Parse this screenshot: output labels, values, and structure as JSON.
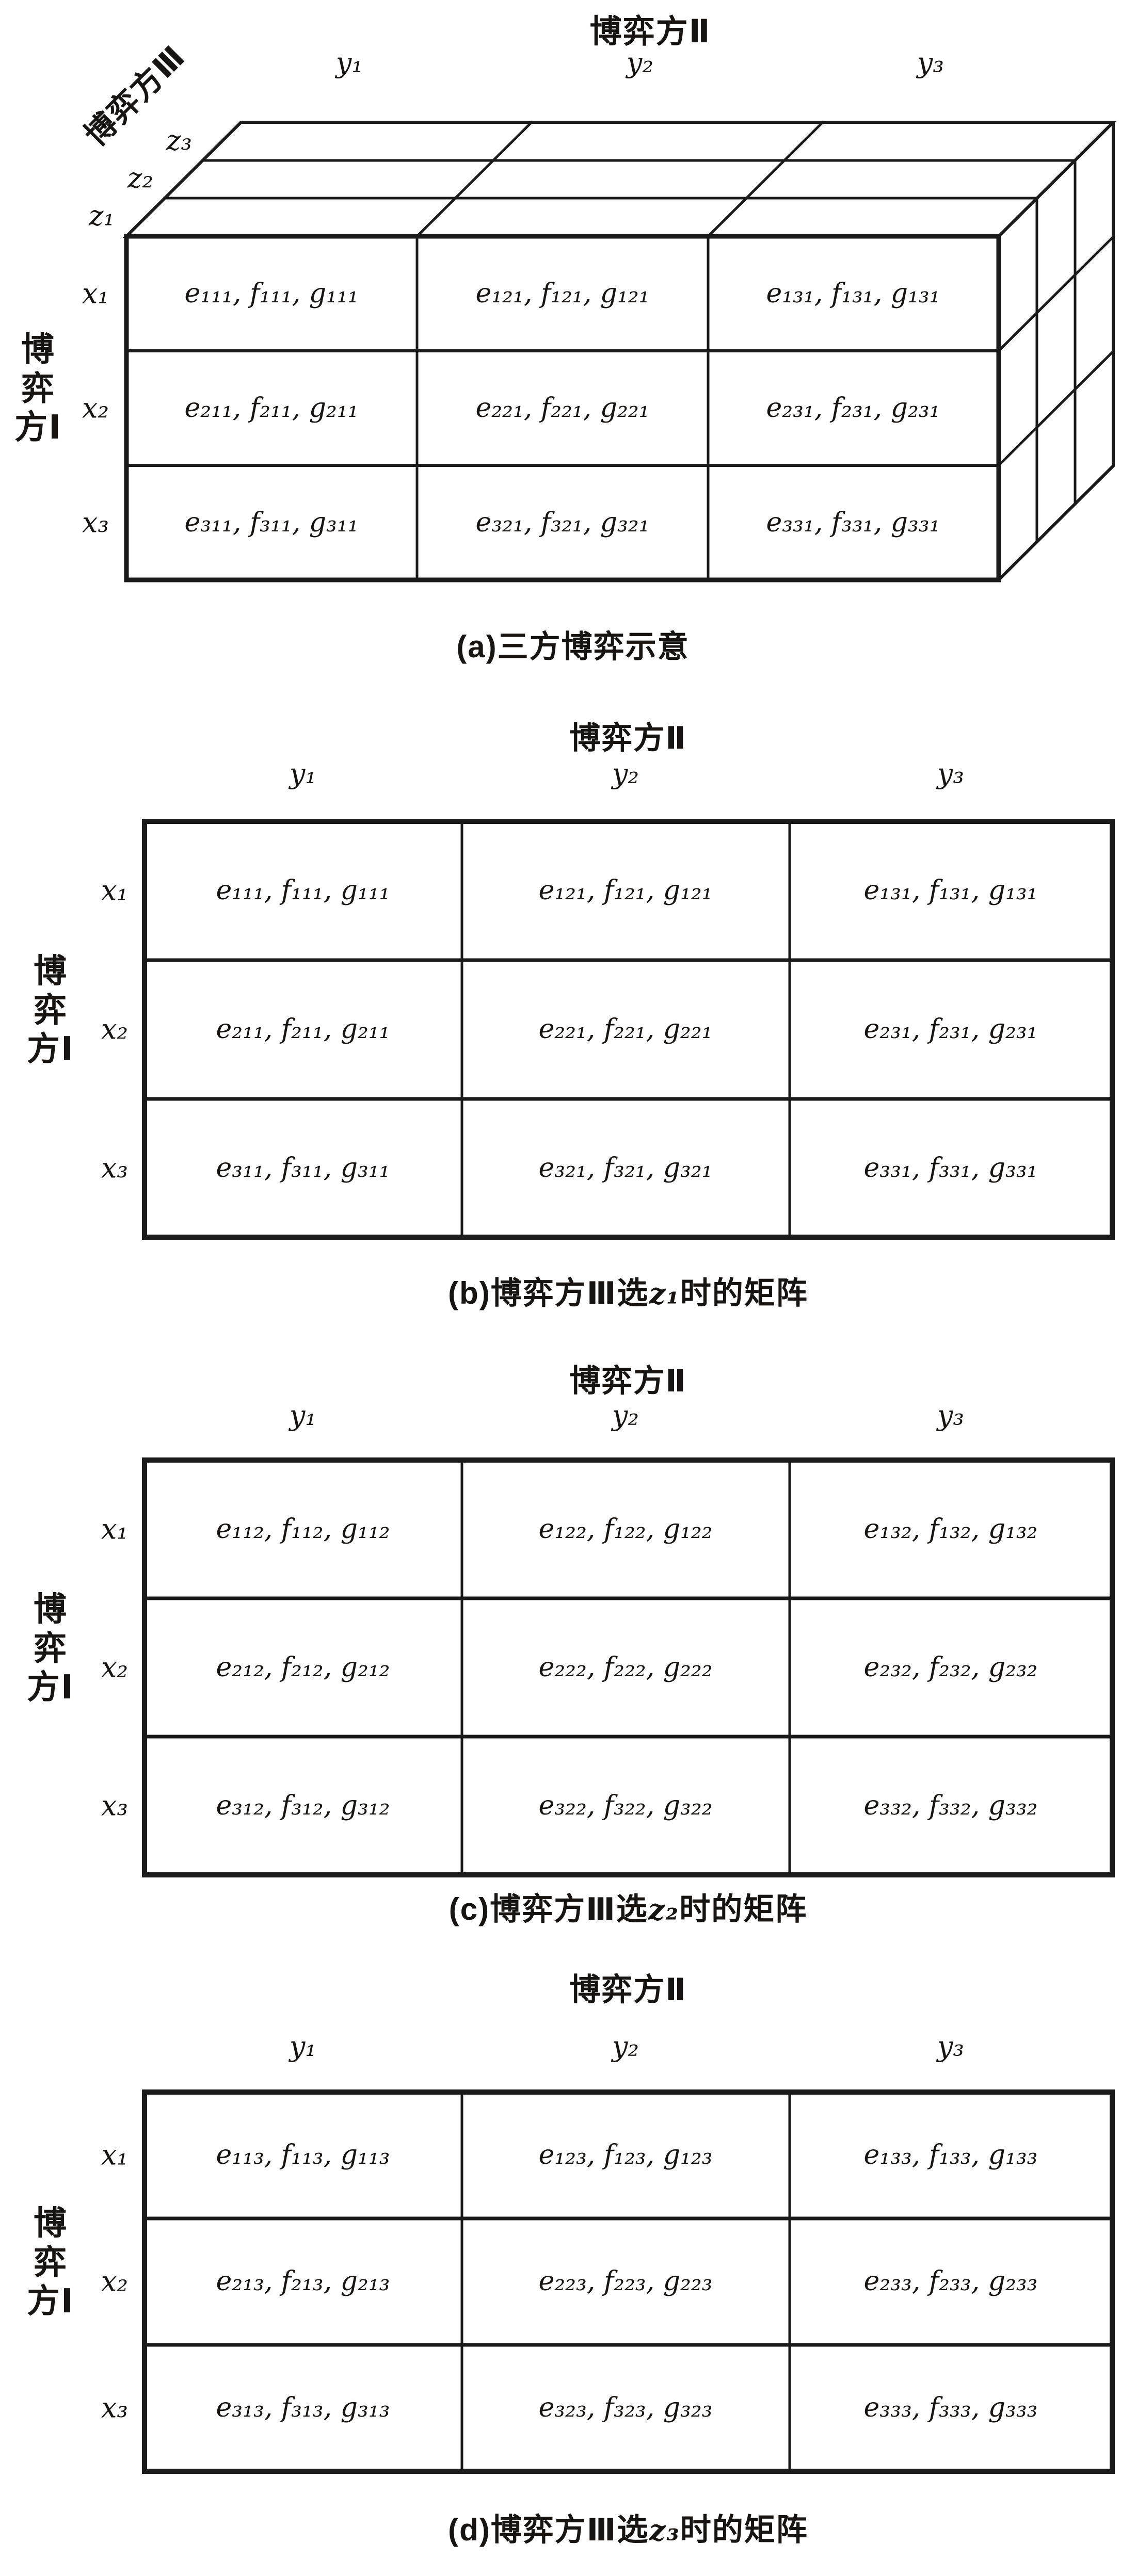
{
  "figure": {
    "col_player": "博弈方Ⅱ",
    "row_player": "博弈方Ⅰ",
    "depth_player": "博弈方Ⅲ",
    "x_labels": [
      "x₁",
      "x₂",
      "x₃"
    ],
    "y_labels": [
      "y₁",
      "y₂",
      "y₃"
    ],
    "z_labels": [
      "z₁",
      "z₂",
      "z₃"
    ],
    "panels": {
      "a": {
        "caption": "(a)三方博弈示意",
        "cells": [
          [
            "e₁₁₁, f₁₁₁, g₁₁₁",
            "e₁₂₁, f₁₂₁, g₁₂₁",
            "e₁₃₁, f₁₃₁, g₁₃₁"
          ],
          [
            "e₂₁₁, f₂₁₁, g₂₁₁",
            "e₂₂₁, f₂₂₁, g₂₂₁",
            "e₂₃₁, f₂₃₁, g₂₃₁"
          ],
          [
            "e₃₁₁, f₃₁₁, g₃₁₁",
            "e₃₂₁, f₃₂₁, g₃₂₁",
            "e₃₃₁, f₃₃₁, g₃₃₁"
          ]
        ]
      },
      "b": {
        "caption_pre": "(b)博弈方Ⅲ选",
        "caption_var": "z₁",
        "caption_post": "时的矩阵",
        "cells": [
          [
            "e₁₁₁, f₁₁₁, g₁₁₁",
            "e₁₂₁, f₁₂₁, g₁₂₁",
            "e₁₃₁, f₁₃₁, g₁₃₁"
          ],
          [
            "e₂₁₁, f₂₁₁, g₂₁₁",
            "e₂₂₁, f₂₂₁, g₂₂₁",
            "e₂₃₁, f₂₃₁, g₂₃₁"
          ],
          [
            "e₃₁₁, f₃₁₁, g₃₁₁",
            "e₃₂₁, f₃₂₁, g₃₂₁",
            "e₃₃₁, f₃₃₁, g₃₃₁"
          ]
        ]
      },
      "c": {
        "caption_pre": "(c)博弈方Ⅲ选",
        "caption_var": "z₂",
        "caption_post": "时的矩阵",
        "cells": [
          [
            "e₁₁₂, f₁₁₂, g₁₁₂",
            "e₁₂₂, f₁₂₂, g₁₂₂",
            "e₁₃₂, f₁₃₂, g₁₃₂"
          ],
          [
            "e₂₁₂, f₂₁₂, g₂₁₂",
            "e₂₂₂, f₂₂₂, g₂₂₂",
            "e₂₃₂, f₂₃₂, g₂₃₂"
          ],
          [
            "e₃₁₂, f₃₁₂, g₃₁₂",
            "e₃₂₂, f₃₂₂, g₃₂₂",
            "e₃₃₂, f₃₃₂, g₃₃₂"
          ]
        ]
      },
      "d": {
        "caption_pre": "(d)博弈方Ⅲ选",
        "caption_var": "z₃",
        "caption_post": "时的矩阵",
        "cells": [
          [
            "e₁₁₃, f₁₁₃, g₁₁₃",
            "e₁₂₃, f₁₂₃, g₁₂₃",
            "e₁₃₃, f₁₃₃, g₁₃₃"
          ],
          [
            "e₂₁₃, f₂₁₃, g₂₁₃",
            "e₂₂₃, f₂₂₃, g₂₂₃",
            "e₂₃₃, f₂₃₃, g₂₃₃"
          ],
          [
            "e₃₁₃, f₃₁₃, g₃₁₃",
            "e₃₂₃, f₃₂₃, g₃₂₃",
            "e₃₃₃, f₃₃₃, g₃₃₃"
          ]
        ]
      }
    }
  }
}
